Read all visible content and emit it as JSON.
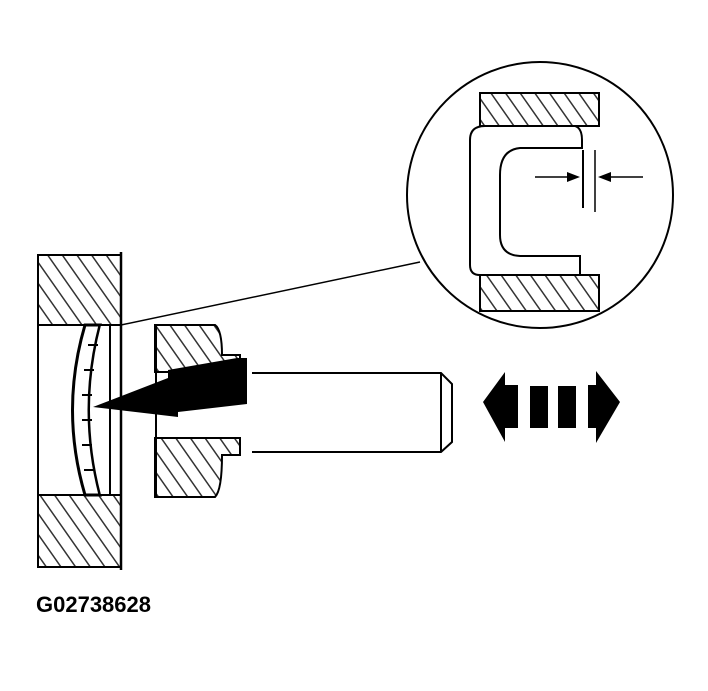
{
  "figure": {
    "id_label": "G02738628",
    "description": "Cross-section of seal/piston installation with detail magnification showing clearance gap and bidirectional movement arrow",
    "colors": {
      "line": "#000000",
      "hatch": "#555555",
      "background": "#ffffff"
    },
    "parts": [
      {
        "name": "housing-wall",
        "type": "hatched-section"
      },
      {
        "name": "seal-ring",
        "type": "curved-component"
      },
      {
        "name": "guide-bushing",
        "type": "hatched-section"
      },
      {
        "name": "shaft",
        "type": "cylinder"
      },
      {
        "name": "direction-arrow",
        "type": "large-filled-arrow"
      },
      {
        "name": "movement-arrow",
        "type": "double-dashed-arrow"
      },
      {
        "name": "detail-view",
        "type": "magnified-circle",
        "shows": "clearance gap with dimension arrows"
      }
    ]
  }
}
